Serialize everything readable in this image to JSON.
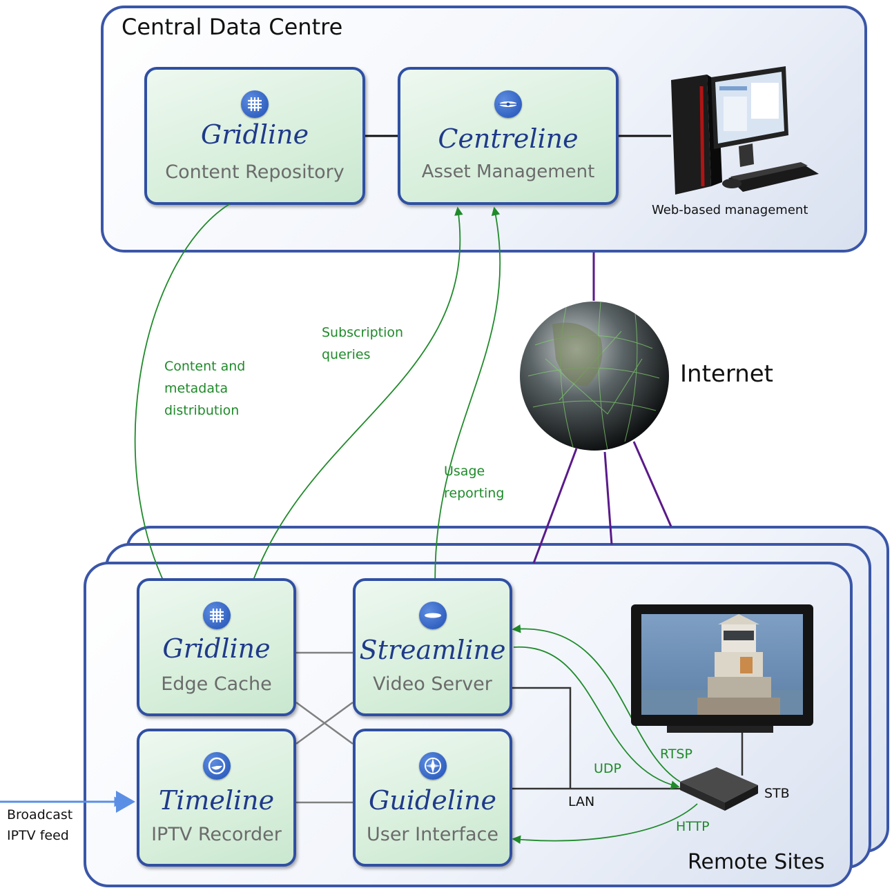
{
  "central": {
    "title": "Central Data Centre",
    "gridline": {
      "product": "Gridline",
      "role": "Content Repository",
      "icon": "grid-icon"
    },
    "centreline": {
      "product": "Centreline",
      "role": "Asset Management",
      "icon": "asset-disc-icon"
    },
    "web_mgmt_label": "Web-based management"
  },
  "internet_label": "Internet",
  "remote": {
    "title": "Remote Sites",
    "gridline": {
      "product": "Gridline",
      "role": "Edge Cache",
      "icon": "grid-icon"
    },
    "streamline": {
      "product": "Streamline",
      "role": "Video Server",
      "icon": "stream-icon"
    },
    "timeline": {
      "product": "Timeline",
      "role": "IPTV Recorder",
      "icon": "recorder-icon"
    },
    "guideline": {
      "product": "Guideline",
      "role": "User Interface",
      "icon": "compass-icon"
    },
    "stb_label": "STB",
    "lan_label": "LAN"
  },
  "flows": {
    "content": [
      "Content and",
      "metadata",
      "distribution"
    ],
    "subscription": [
      "Subscription",
      "queries"
    ],
    "usage": [
      "Usage",
      "reporting"
    ],
    "rtsp": "RTSP",
    "udp": "UDP",
    "http": "HTTP"
  },
  "broadcast": [
    "Broadcast",
    "IPTV feed"
  ],
  "colors": {
    "box_border": "#2f4fa3",
    "product_text": "#1f3a8a",
    "flow_green": "#1f8a2a",
    "internet_link": "#5a1a8a",
    "broadcast_arrow": "#5b8fe6"
  }
}
